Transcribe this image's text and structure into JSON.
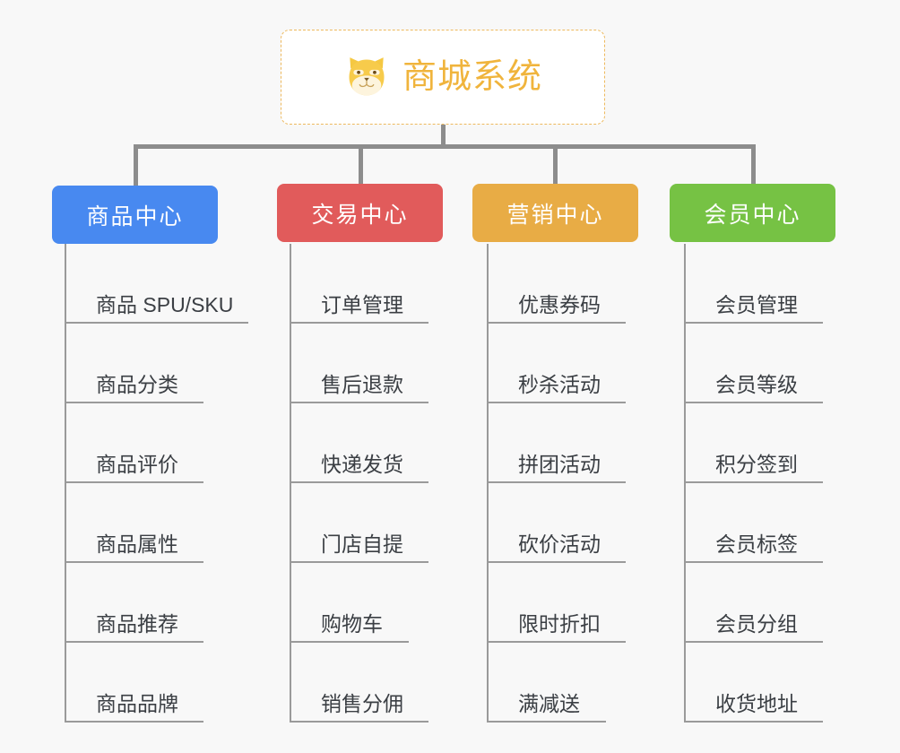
{
  "diagram": {
    "type": "org-chart",
    "background_color": "#f8f8f8",
    "connector_color": "#8d8d8d",
    "leaf_line_color": "#9a9a9a",
    "leaf_text_color": "#3b3f44",
    "root": {
      "title": "商城系统",
      "icon": "shiba-dog-icon",
      "text_color": "#f0b43c",
      "border_color": "#edb95e",
      "border_style": "dashed",
      "background_color": "#ffffff"
    },
    "columns": [
      {
        "id": "product-center",
        "label": "商品中心",
        "color": "#4889f0",
        "items": [
          "商品 SPU/SKU",
          "商品分类",
          "商品评价",
          "商品属性",
          "商品推荐",
          "商品品牌"
        ]
      },
      {
        "id": "trade-center",
        "label": "交易中心",
        "color": "#e15b5b",
        "items": [
          "订单管理",
          "售后退款",
          "快递发货",
          "门店自提",
          "购物车",
          "销售分佣"
        ]
      },
      {
        "id": "marketing-center",
        "label": "营销中心",
        "color": "#e8ac45",
        "items": [
          "优惠券码",
          "秒杀活动",
          "拼团活动",
          "砍价活动",
          "限时折扣",
          "满减送"
        ]
      },
      {
        "id": "member-center",
        "label": "会员中心",
        "color": "#76c244",
        "items": [
          "会员管理",
          "会员等级",
          "积分签到",
          "会员标签",
          "会员分组",
          "收货地址"
        ]
      }
    ]
  }
}
